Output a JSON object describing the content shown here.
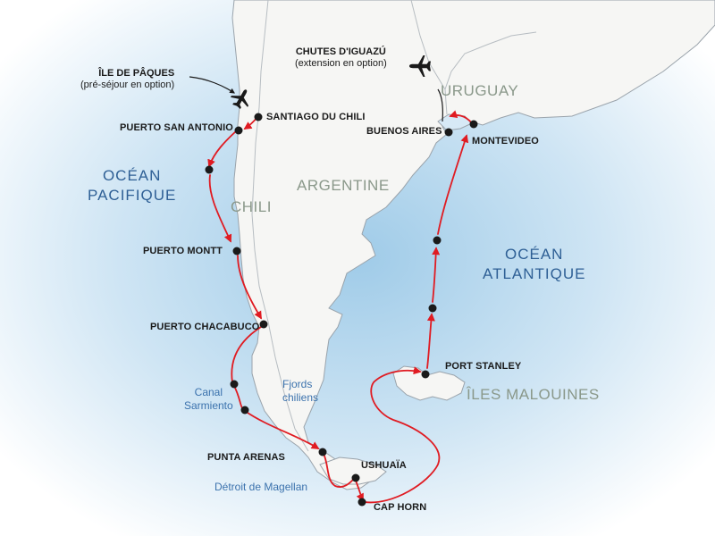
{
  "colors": {
    "sea_light": "#ffffff",
    "sea_deep": "#9fcbe8",
    "land": "#f6f6f4",
    "coast": "#9aa3ab",
    "route": "#e01b22",
    "stop": "#1a1a1a",
    "ocean_text": "#2e5f95",
    "country_text": "#8a988a"
  },
  "oceans": {
    "pacific": [
      "OCÉAN",
      "PACIFIQUE"
    ],
    "atlantic": [
      "OCÉAN",
      "ATLANTIQUE"
    ]
  },
  "countries": {
    "chile": "CHILI",
    "argentina": "ARGENTINE",
    "uruguay": "URUGUAY",
    "falklands": "ÎLES MALOUINES"
  },
  "features": {
    "fjords": [
      "Fjords",
      "chiliens"
    ],
    "canal": [
      "Canal",
      "Sarmiento"
    ],
    "strait": "Détroit de Magellan"
  },
  "extensions": {
    "easter_island": {
      "name": "ÎLE DE PÂQUES",
      "note": "(pré-séjour en option)",
      "icon": "airplane-icon"
    },
    "iguazu": {
      "name": "CHUTES D'IGUAZÚ",
      "note": "(extension en option)",
      "icon": "airplane-icon"
    }
  },
  "ports": {
    "santiago": "SANTIAGO DU CHILI",
    "san_antonio": "PUERTO SAN ANTONIO",
    "puerto_montt": "PUERTO MONTT",
    "chacabuco": "PUERTO CHACABUCO",
    "punta_arenas": "PUNTA ARENAS",
    "ushuaia": "USHUAÏA",
    "cap_horn": "CAP HORN",
    "port_stanley": "PORT STANLEY",
    "buenos_aires": "BUENOS AIRES",
    "montevideo": "MONTEVIDEO"
  }
}
